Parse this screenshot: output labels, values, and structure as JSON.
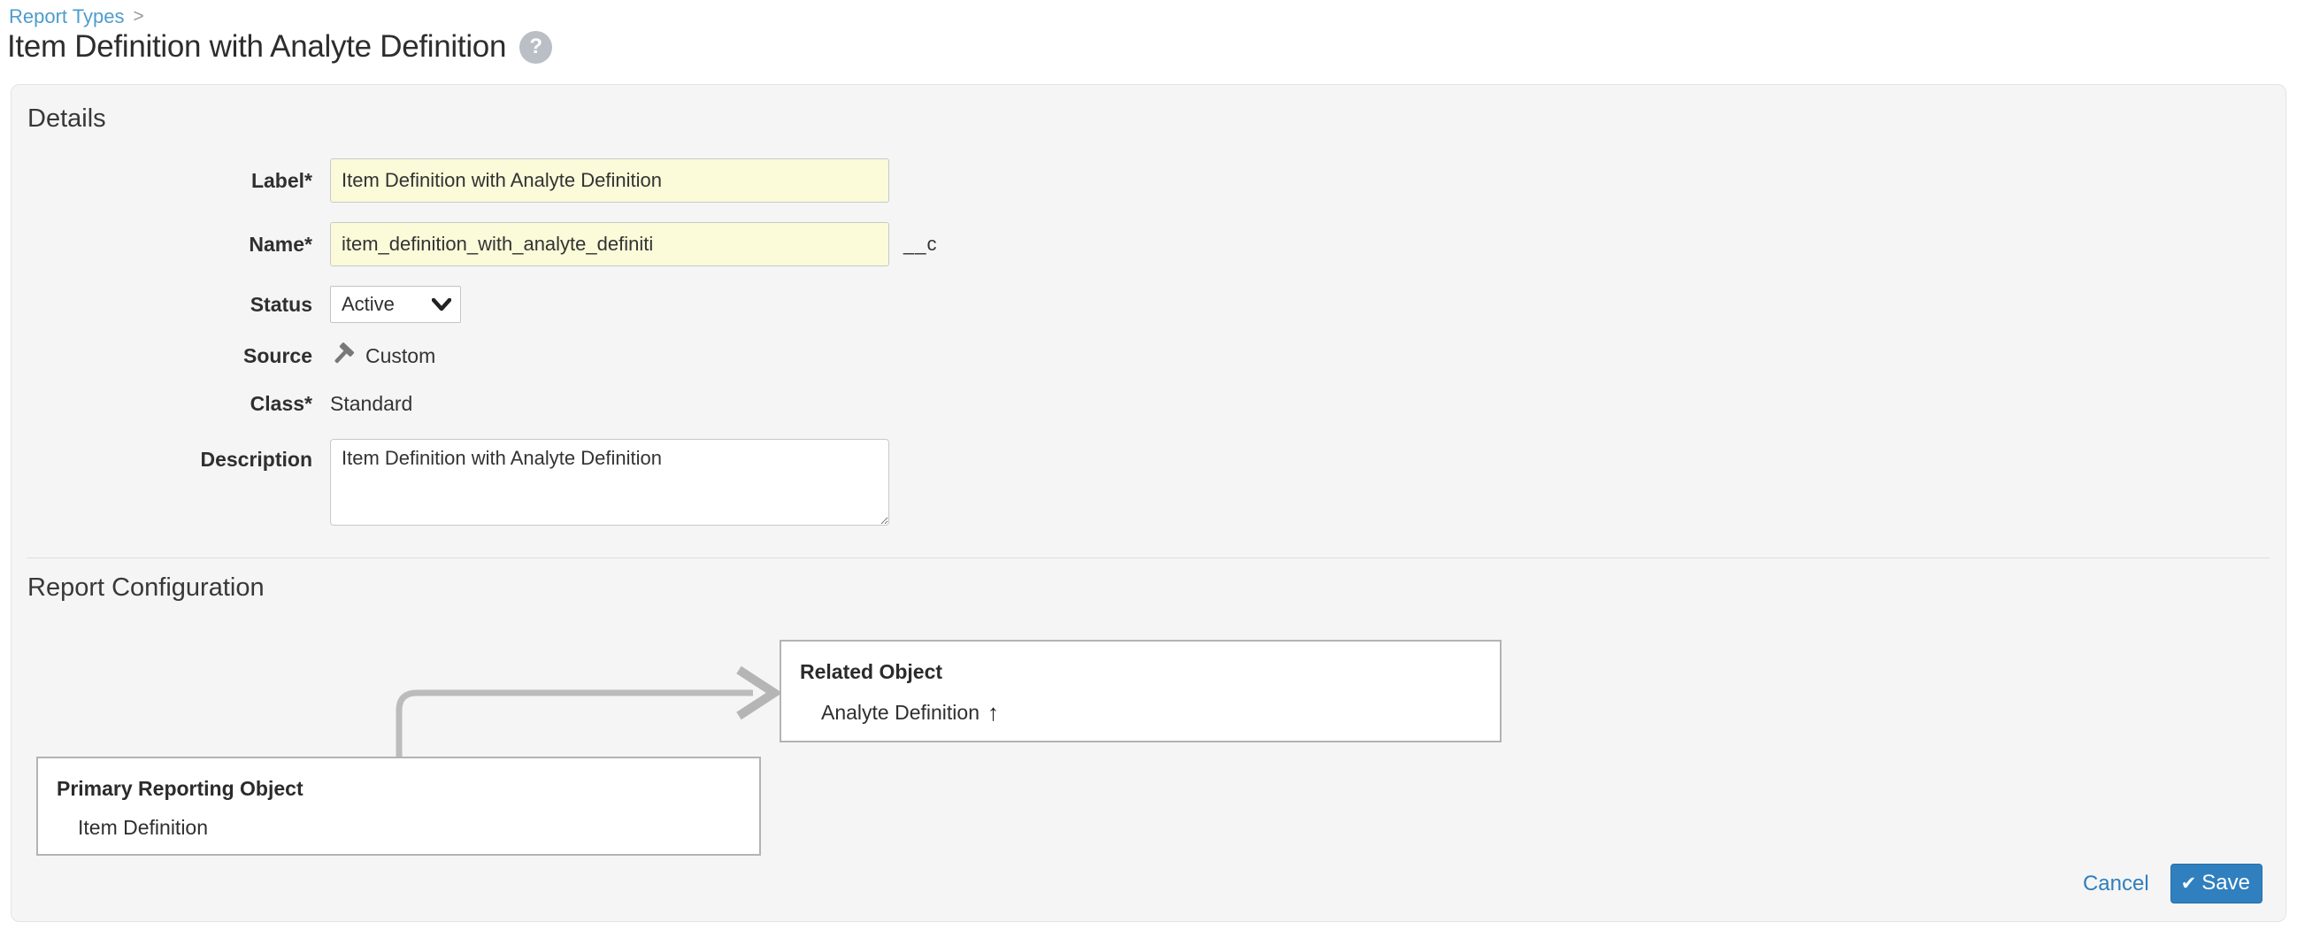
{
  "breadcrumb": {
    "link": "Report Types",
    "separator": ">"
  },
  "page": {
    "title": "Item Definition with Analyte Definition",
    "help_glyph": "?"
  },
  "details": {
    "heading": "Details",
    "fields": {
      "label": {
        "label": "Label*",
        "value": "Item Definition with Analyte Definition"
      },
      "name": {
        "label": "Name*",
        "value": "item_definition_with_analyte_definiti",
        "suffix": "__c"
      },
      "status": {
        "label": "Status",
        "value": "Active"
      },
      "source": {
        "label": "Source",
        "value": "Custom",
        "icon": "hammer-icon"
      },
      "class": {
        "label": "Class*",
        "value": "Standard"
      },
      "description": {
        "label": "Description",
        "value": "Item Definition with Analyte Definition"
      }
    }
  },
  "report_configuration": {
    "heading": "Report Configuration",
    "related_object": {
      "title": "Related Object",
      "value": "Analyte Definition",
      "arrow_glyph": "↑"
    },
    "primary_object": {
      "title": "Primary Reporting Object",
      "value": "Item Definition"
    }
  },
  "footer": {
    "cancel_label": "Cancel",
    "save_label": "Save",
    "check_glyph": "✔"
  },
  "colors": {
    "accent_blue": "#3080bf",
    "link_blue": "#4e9ccd",
    "highlight_field": "#fbfad9",
    "panel_gray": "#f5f5f5",
    "connector_gray": "#bcbcbc"
  }
}
